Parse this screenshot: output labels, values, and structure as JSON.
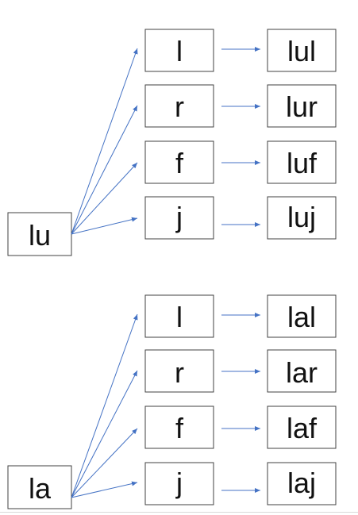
{
  "colors": {
    "arrow": "#4472c4",
    "box_border": "#404040",
    "text": "#111111"
  },
  "trees": [
    {
      "root": "lu",
      "branches": [
        {
          "letter": "l",
          "result": "lul"
        },
        {
          "letter": "r",
          "result": "lur"
        },
        {
          "letter": "f",
          "result": "luf"
        },
        {
          "letter": "j",
          "result": "luj"
        }
      ]
    },
    {
      "root": "la",
      "branches": [
        {
          "letter": "l",
          "result": "lal"
        },
        {
          "letter": "r",
          "result": "lar"
        },
        {
          "letter": "f",
          "result": "laf"
        },
        {
          "letter": "j",
          "result": "laj"
        }
      ]
    }
  ]
}
